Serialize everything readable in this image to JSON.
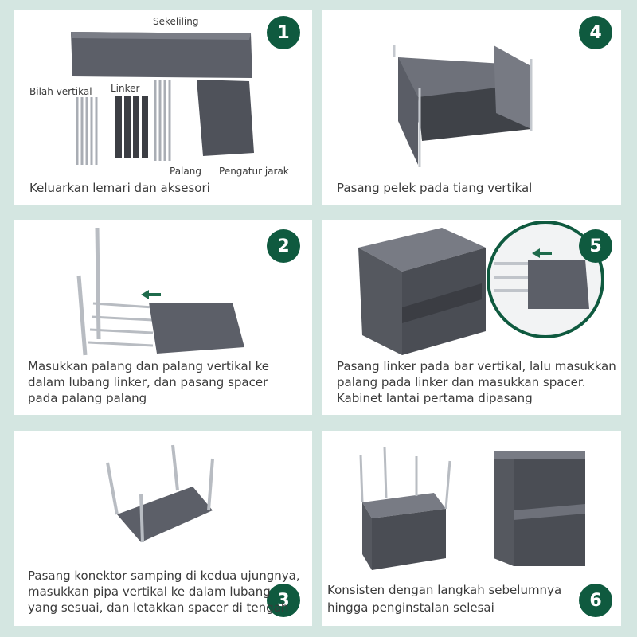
{
  "steps": [
    {
      "number": "1",
      "caption": [
        "Keluarkan lemari dan aksesori"
      ]
    },
    {
      "number": "4",
      "caption": [
        "Pasang pelek pada tiang vertikal"
      ]
    },
    {
      "number": "2",
      "caption": [
        "Masukkan palang dan palang vertikal ke",
        "dalam lubang linker, dan pasang spacer",
        "pada palang palang"
      ]
    },
    {
      "number": "5",
      "caption": [
        "Pasang linker pada bar vertikal, lalu masukkan",
        "palang pada linker dan masukkan spacer.",
        "Kabinet lantai pertama dipasang"
      ]
    },
    {
      "number": "3",
      "caption": [
        "Pasang konektor samping di kedua ujungnya,",
        "masukkan pipa vertikal ke dalam lubang",
        "yang sesuai, dan letakkan spacer di tengah"
      ]
    },
    {
      "number": "6",
      "caption": [
        "Konsisten dengan langkah sebelumnya",
        "hingga penginstalan selesai"
      ]
    }
  ],
  "parts": {
    "sekeliling": "Sekeliling",
    "bilah_vertikal": "Bilah vertikal",
    "linker": "Linker",
    "palang": "Palang",
    "pengatur_jarak": "Pengatur jarak"
  },
  "colors": {
    "badge": "#0f5a3f",
    "background": "#d4e6e1",
    "fabric": "#5c5f68",
    "steel": "#b8bcc2"
  }
}
